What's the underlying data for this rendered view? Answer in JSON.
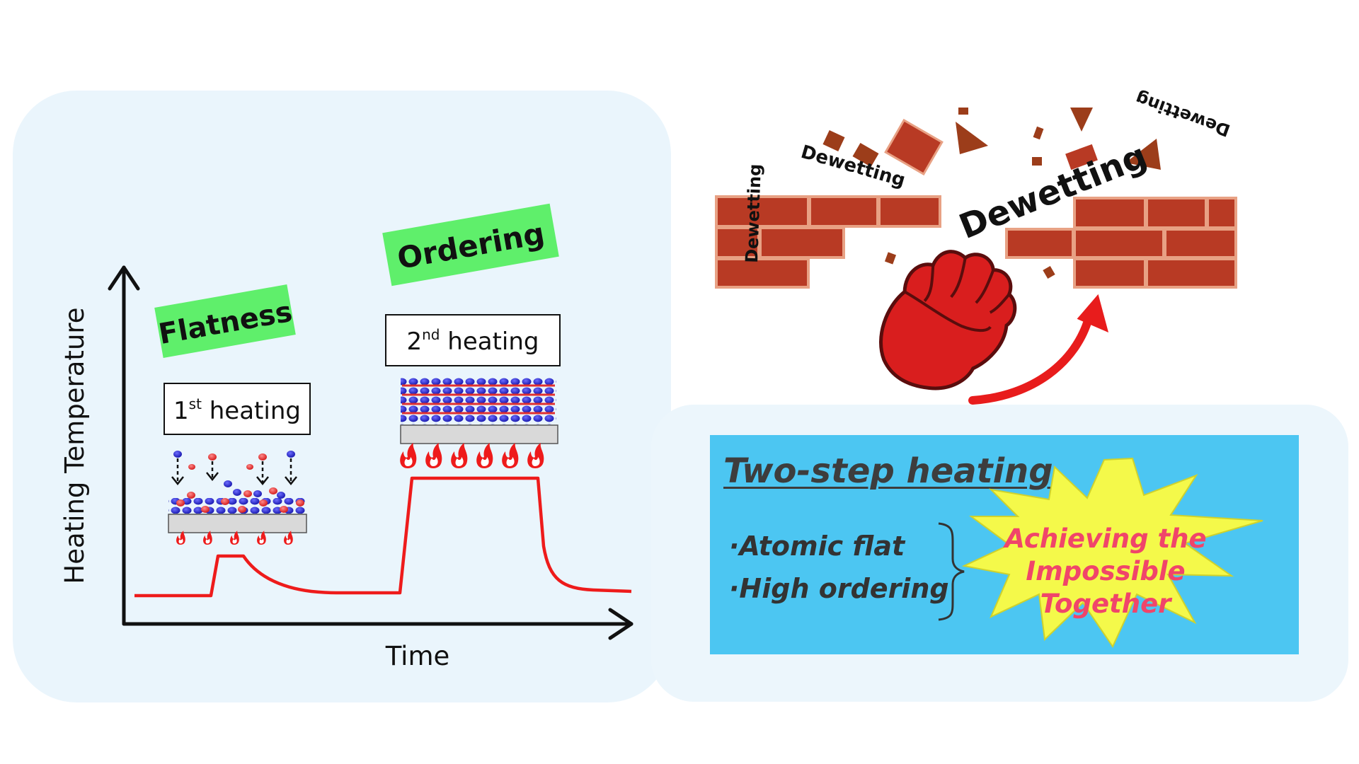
{
  "diagram": {
    "axes": {
      "y_label": "Heating Temperature",
      "x_label": "Time"
    },
    "steps": [
      {
        "tag": "Flatness",
        "label_main": "1",
        "label_sup": "st",
        "label_rest": " heating"
      },
      {
        "tag": "Ordering",
        "label_main": "2",
        "label_sup": "nd",
        "label_rest": " heating"
      }
    ],
    "wall_words": [
      "Dewetting",
      "Dewetting",
      "Dewetting",
      "Dewetting"
    ],
    "summary": {
      "title": "Two-step heating",
      "bullets": [
        "·Atomic flat",
        "·High ordering"
      ],
      "burst_lines": [
        "Achieving the",
        "Impossible",
        "Together"
      ]
    },
    "colors": {
      "curve": "#ee1b1b",
      "tag_green": "#5fef6b",
      "summary_blue": "#4cc6f2",
      "burst_yellow": "#f4f94a",
      "burst_text": "#f0456a",
      "atom_blue": "#2222cc",
      "atom_red": "#e03030",
      "brick": "#b83a24"
    },
    "icons": [
      "fist-icon",
      "flame-icon",
      "arrow-icon"
    ]
  }
}
